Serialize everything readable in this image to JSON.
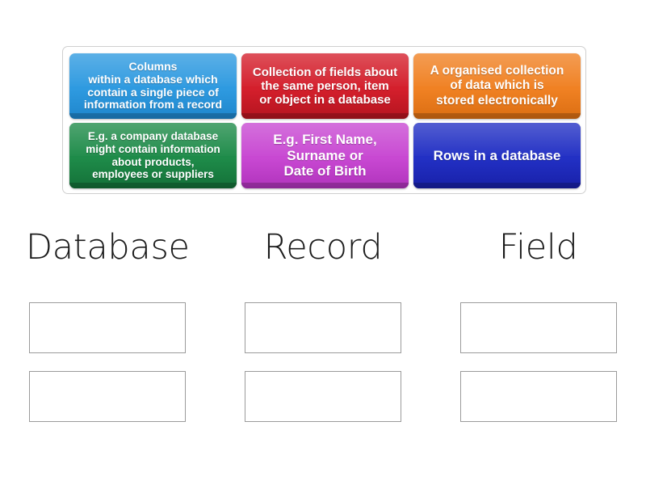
{
  "activity": {
    "type": "group-sort",
    "tray_label": "draggable-answer-tiles"
  },
  "tiles": [
    {
      "id": "tile-columns",
      "text": "Columns\nwithin a database which\ncontain a single piece of\ninformation from a record",
      "color": "#2E9AE0",
      "color_dark": "#1F86CC",
      "name": "tile-columns"
    },
    {
      "id": "tile-collection-of-fields",
      "text": "Collection of fields about\nthe same person, item\nor object in a database",
      "color": "#D41F2C",
      "color_dark": "#B4141F",
      "name": "tile-collection-of-fields"
    },
    {
      "id": "tile-organised-collection",
      "text": "A organised collection\nof data which is\nstored electronically",
      "color": "#F08123",
      "color_dark": "#DB6E12",
      "name": "tile-organised-collection"
    },
    {
      "id": "tile-company-database",
      "text": "E.g. a company database\nmight contain information\nabout products,\nemployees or suppliers",
      "color": "#1E8B49",
      "color_dark": "#147038",
      "name": "tile-company-database"
    },
    {
      "id": "tile-first-name-surname",
      "text": "E.g. First Name,\nSurname or\nDate of Birth",
      "color": "#C848D2",
      "color_dark": "#B033BC",
      "name": "tile-first-name-surname"
    },
    {
      "id": "tile-rows-in-a-database",
      "text": "Rows in a database",
      "color": "#2230C4",
      "color_dark": "#1820A8",
      "name": "tile-rows-in-a-database"
    }
  ],
  "columns": [
    {
      "heading": "Database",
      "slots": 2
    },
    {
      "heading": "Record",
      "slots": 2
    },
    {
      "heading": "Field",
      "slots": 2
    }
  ],
  "dropzones": {
    "placeholder": "",
    "border_color": "#9b9b9b",
    "fill": "#ffffff"
  },
  "theme": {
    "background": "#ffffff",
    "tray_border": "#cfcfcf",
    "heading_color": "#1a1a1a"
  }
}
